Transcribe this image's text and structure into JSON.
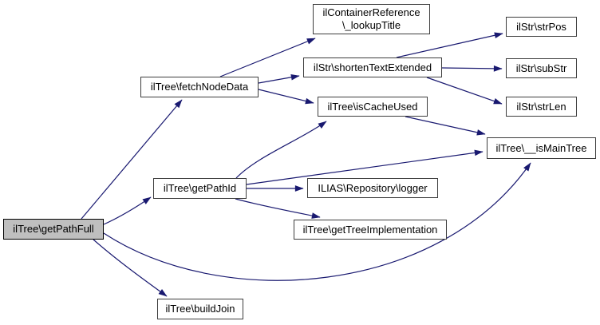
{
  "graph": {
    "type": "call-graph",
    "colors": {
      "edge": "#191970",
      "node_fill": "#ffffff",
      "node_border": "#3d3d3d",
      "root_fill": "#bfbfbf",
      "root_border": "#000000",
      "text": "#000000"
    },
    "nodes": [
      {
        "id": "getPathFull",
        "label": "ilTree\\getPathFull",
        "root": true
      },
      {
        "id": "fetchNodeData",
        "label": "ilTree\\fetchNodeData"
      },
      {
        "id": "lookupTitle",
        "label": "ilContainerReference\\_lookupTitle",
        "lines": [
          "ilContainerReference",
          "\\_lookupTitle"
        ]
      },
      {
        "id": "shortenTextExtended",
        "label": "ilStr\\shortenTextExtended"
      },
      {
        "id": "strPos",
        "label": "ilStr\\strPos"
      },
      {
        "id": "subStr",
        "label": "ilStr\\subStr"
      },
      {
        "id": "strLen",
        "label": "ilStr\\strLen"
      },
      {
        "id": "isCacheUsed",
        "label": "ilTree\\isCacheUsed"
      },
      {
        "id": "isMainTree",
        "label": "ilTree\\__isMainTree"
      },
      {
        "id": "getPathId",
        "label": "ilTree\\getPathId"
      },
      {
        "id": "logger",
        "label": "ILIAS\\Repository\\logger"
      },
      {
        "id": "getTreeImplementation",
        "label": "ilTree\\getTreeImplementation"
      },
      {
        "id": "buildJoin",
        "label": "ilTree\\buildJoin"
      }
    ],
    "edges": [
      {
        "from": "ilTree\\getPathFull",
        "to": "ilTree\\fetchNodeData"
      },
      {
        "from": "ilTree\\getPathFull",
        "to": "ilTree\\getPathId"
      },
      {
        "from": "ilTree\\getPathFull",
        "to": "ilTree\\buildJoin"
      },
      {
        "from": "ilTree\\getPathFull",
        "to": "ilTree\\__isMainTree"
      },
      {
        "from": "ilTree\\fetchNodeData",
        "to": "ilContainerReference\\_lookupTitle"
      },
      {
        "from": "ilTree\\fetchNodeData",
        "to": "ilStr\\shortenTextExtended"
      },
      {
        "from": "ilTree\\fetchNodeData",
        "to": "ilTree\\isCacheUsed"
      },
      {
        "from": "ilStr\\shortenTextExtended",
        "to": "ilStr\\strPos"
      },
      {
        "from": "ilStr\\shortenTextExtended",
        "to": "ilStr\\subStr"
      },
      {
        "from": "ilStr\\shortenTextExtended",
        "to": "ilStr\\strLen"
      },
      {
        "from": "ilTree\\isCacheUsed",
        "to": "ilTree\\__isMainTree"
      },
      {
        "from": "ilTree\\getPathId",
        "to": "ilTree\\isCacheUsed"
      },
      {
        "from": "ilTree\\getPathId",
        "to": "ilTree\\__isMainTree"
      },
      {
        "from": "ilTree\\getPathId",
        "to": "ILIAS\\Repository\\logger"
      },
      {
        "from": "ilTree\\getPathId",
        "to": "ilTree\\getTreeImplementation"
      }
    ]
  }
}
